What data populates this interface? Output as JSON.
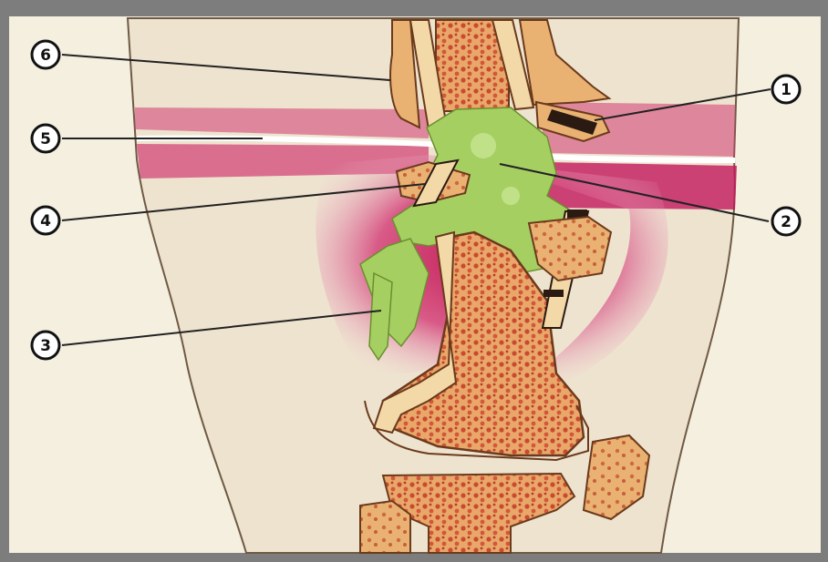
{
  "colors": {
    "frame": "#7d7d7d",
    "paper": "#f5efe0",
    "skin": "#eee3cf",
    "skin_edge": "#6f5a44",
    "inflammation": "#c81d5c",
    "pus": "#a6cf62",
    "bone": "#e9b272",
    "marrow": "#d5563a",
    "cortex": "#f3d9a8",
    "dark_edge": "#2a1a12"
  },
  "callouts": [
    {
      "id": "1",
      "label": "①"
    },
    {
      "id": "2",
      "label": "②"
    },
    {
      "id": "3",
      "label": "③"
    },
    {
      "id": "4",
      "label": "④"
    },
    {
      "id": "5",
      "label": "⑤"
    },
    {
      "id": "6",
      "label": "⑥"
    }
  ]
}
